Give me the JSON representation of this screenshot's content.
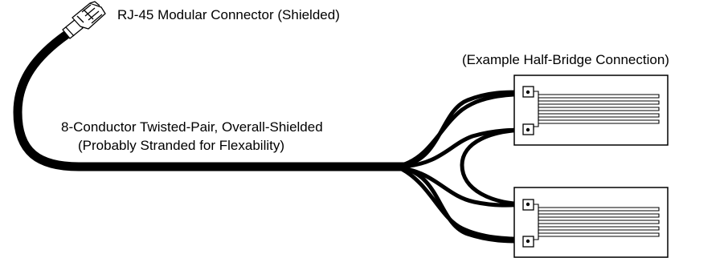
{
  "labels": {
    "connector": "RJ-45 Modular Connector (Shielded)",
    "example": "(Example Half-Bridge Connection)",
    "cable_line1": "8-Conductor Twisted-Pair, Overall-Shielded",
    "cable_line2": "(Probably Stranded for Flexability)"
  },
  "colors": {
    "ink": "#000000",
    "paper": "#ffffff"
  }
}
